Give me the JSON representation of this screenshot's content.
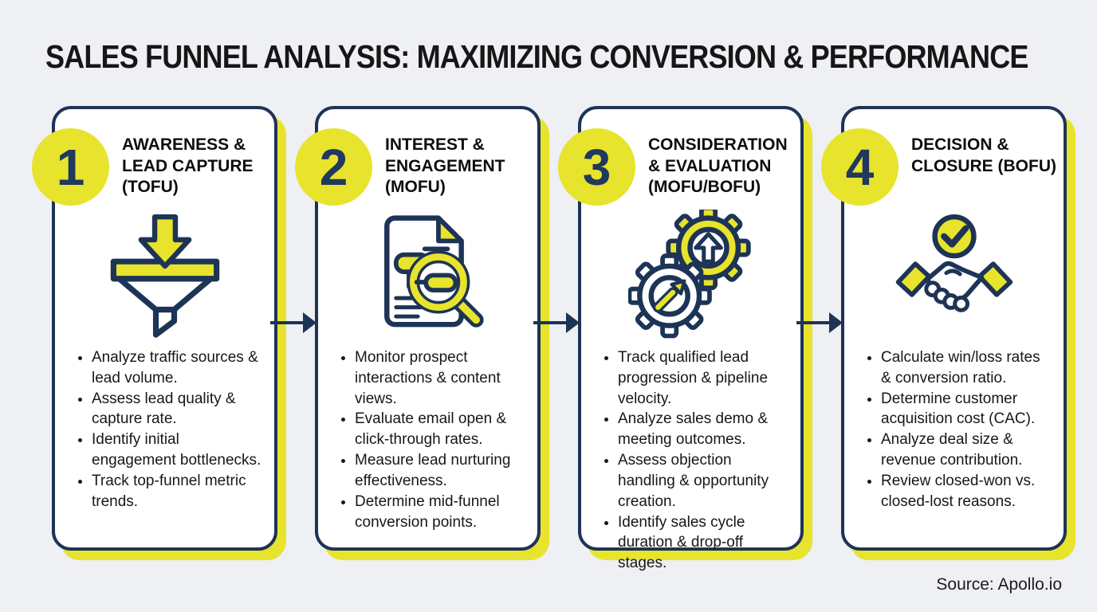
{
  "title": "SALES FUNNEL ANALYSIS: MAXIMIZING CONVERSION & PERFORMANCE",
  "source": "Source: Apollo.io",
  "colors": {
    "yellow": "#e8e32d",
    "navy": "#1d3456",
    "bg": "#eef0f4",
    "ink": "#131313"
  },
  "cards": [
    {
      "number": "1",
      "title": "AWARENESS & LEAD CAPTURE (TOFU)",
      "icon": "funnel-capture-icon",
      "bullets": [
        "Analyze traffic sources & lead volume.",
        "Assess lead quality & capture rate.",
        "Identify initial engagement bottlenecks.",
        "Track top-funnel metric trends."
      ]
    },
    {
      "number": "2",
      "title": "INTEREST & ENGAGEMENT (MOFU)",
      "icon": "document-search-icon",
      "bullets": [
        "Monitor prospect interactions & content views.",
        "Evaluate email open & click-through rates.",
        "Measure lead nurturing effectiveness.",
        "Determine mid-funnel conversion points."
      ]
    },
    {
      "number": "3",
      "title": "CONSIDERATION & EVALUATION (MOFU/BOFU)",
      "icon": "gears-growth-icon",
      "bullets": [
        "Track qualified lead progression & pipeline velocity.",
        "Analyze sales demo & meeting outcomes.",
        "Assess objection handling & opportunity creation.",
        "Identify sales cycle duration & drop-off stages."
      ]
    },
    {
      "number": "4",
      "title": "DECISION & CLOSURE (BOFU)",
      "icon": "handshake-check-icon",
      "bullets": [
        "Calculate win/loss rates & conversion ratio.",
        "Determine customer acquisition cost (CAC).",
        "Analyze deal size & revenue contribution.",
        "Review closed-won vs. closed-lost reasons."
      ]
    }
  ]
}
